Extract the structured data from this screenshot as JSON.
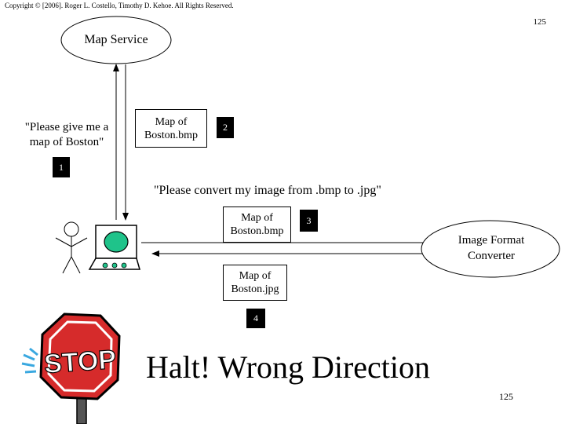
{
  "header": {
    "copyright": "Copyright © [2006]. Roger L. Costello, Timothy D. Kehoe. All Rights Reserved.",
    "page_number_top": "125"
  },
  "diagram": {
    "map_service": "Map Service",
    "request_quote": "\"Please give me a map of Boston\"",
    "map_of_boston_bmp": "Map of Boston.bmp",
    "convert_quote": "\"Please convert my image from .bmp to .jpg\"",
    "map_of_boston_bmp_2": "Map of Boston.bmp",
    "image_format_converter": "Image Format Converter",
    "map_of_boston_jpg": "Map of Boston.jpg",
    "step_1": "1",
    "step_2": "2",
    "step_3": "3",
    "step_4": "4"
  },
  "footer": {
    "stop_sign_text": "STOP",
    "halt_message": "Halt! Wrong Direction",
    "page_number_bottom": "125"
  },
  "colors": {
    "monitor_screen": "#1fc38a",
    "stop_sign": "#d62b2b",
    "stop_rays": "#3aa8e0"
  }
}
